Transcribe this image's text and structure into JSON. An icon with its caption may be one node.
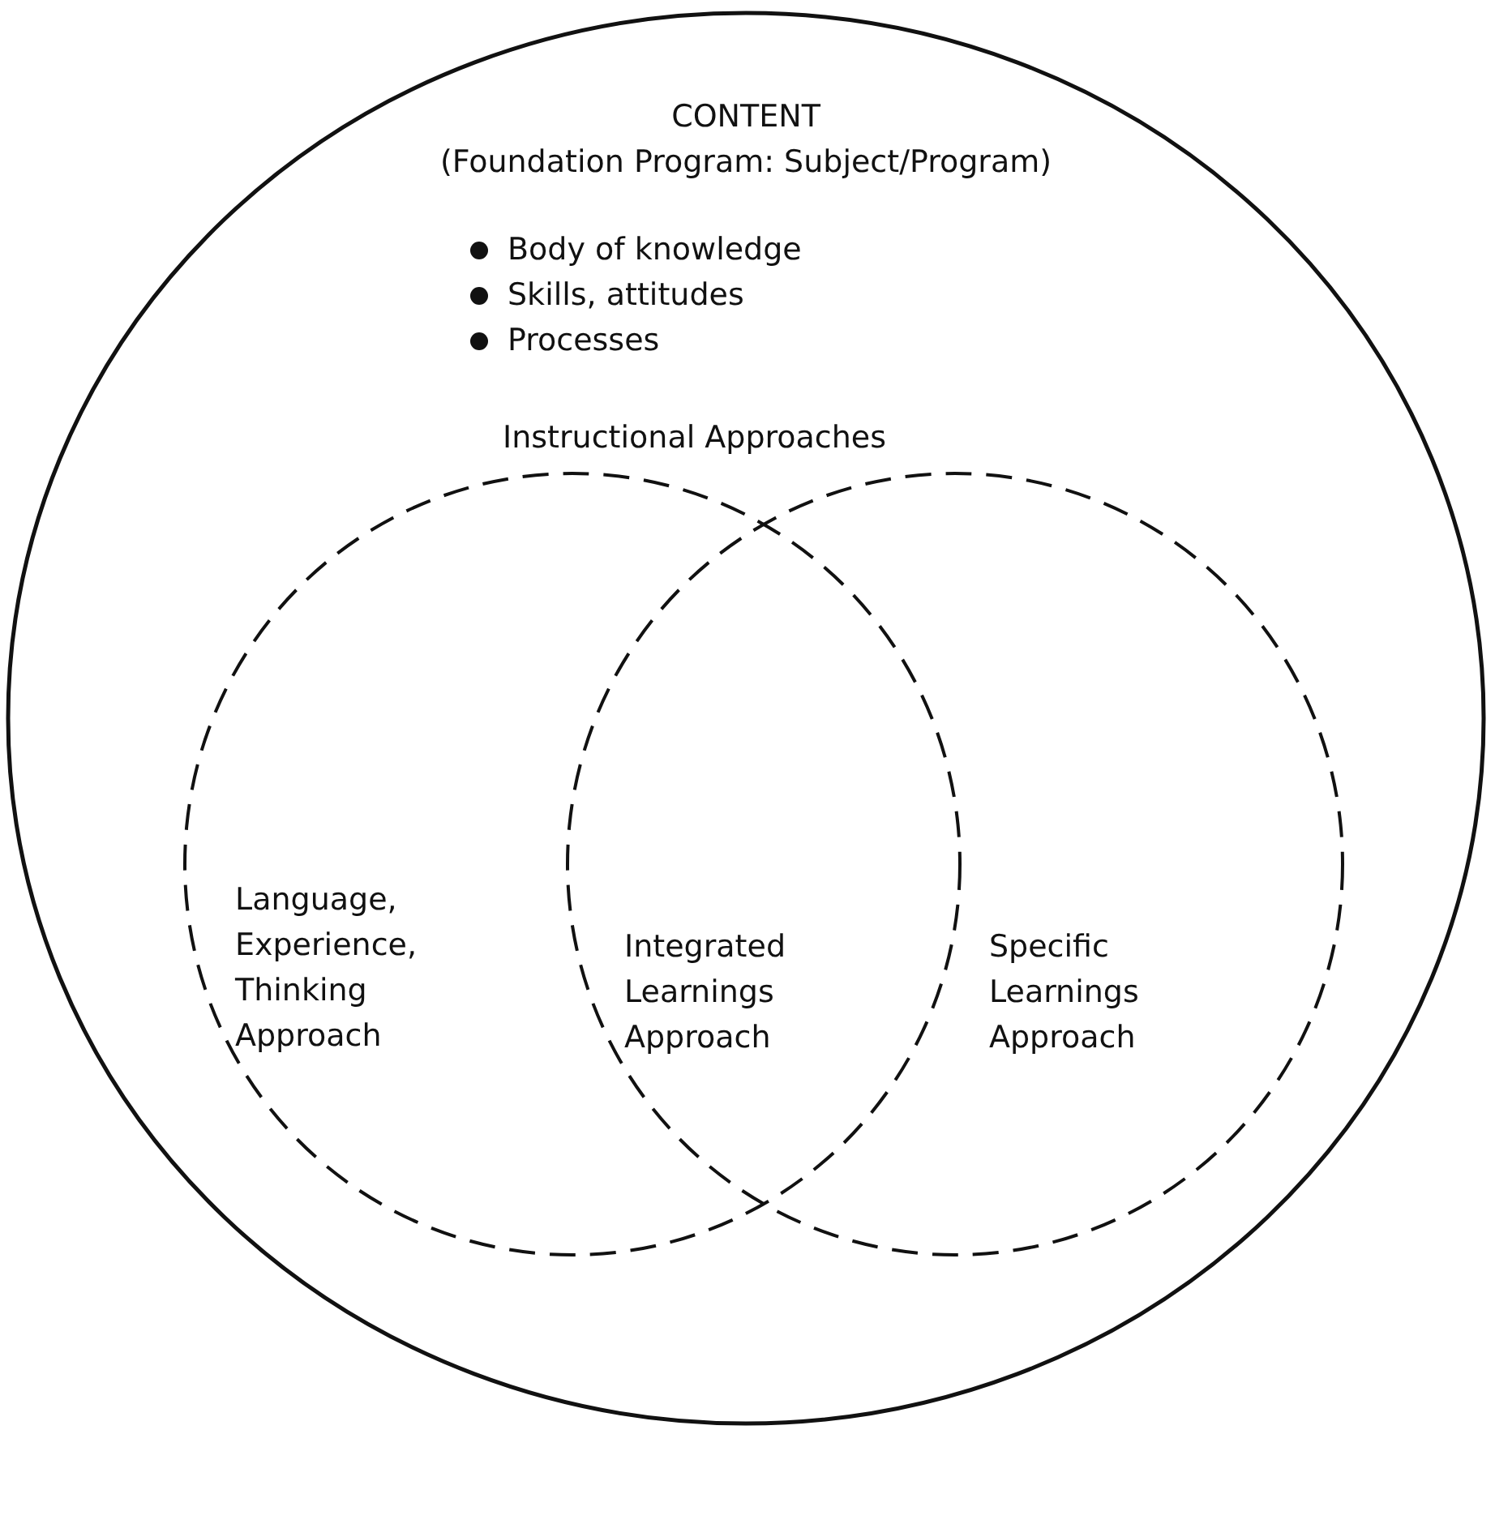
{
  "diagram": {
    "nodes": [
      {
        "text": [
          "CONTENT",
          "(Foundation Program: Subject/Program)",
          "Body of knowledge",
          "Skills, attitudes",
          "Processes"
        ]
      },
      {
        "text": [
          "Language, Experience, Thinking Approach"
        ],
        "in": 0
      },
      {
        "text": [
          "Specific Learnings Approach"
        ],
        "in": 0
      }
    ],
    "labels": [
      "Instructional Approaches",
      "Integrated Learnings Approach"
    ]
  }
}
